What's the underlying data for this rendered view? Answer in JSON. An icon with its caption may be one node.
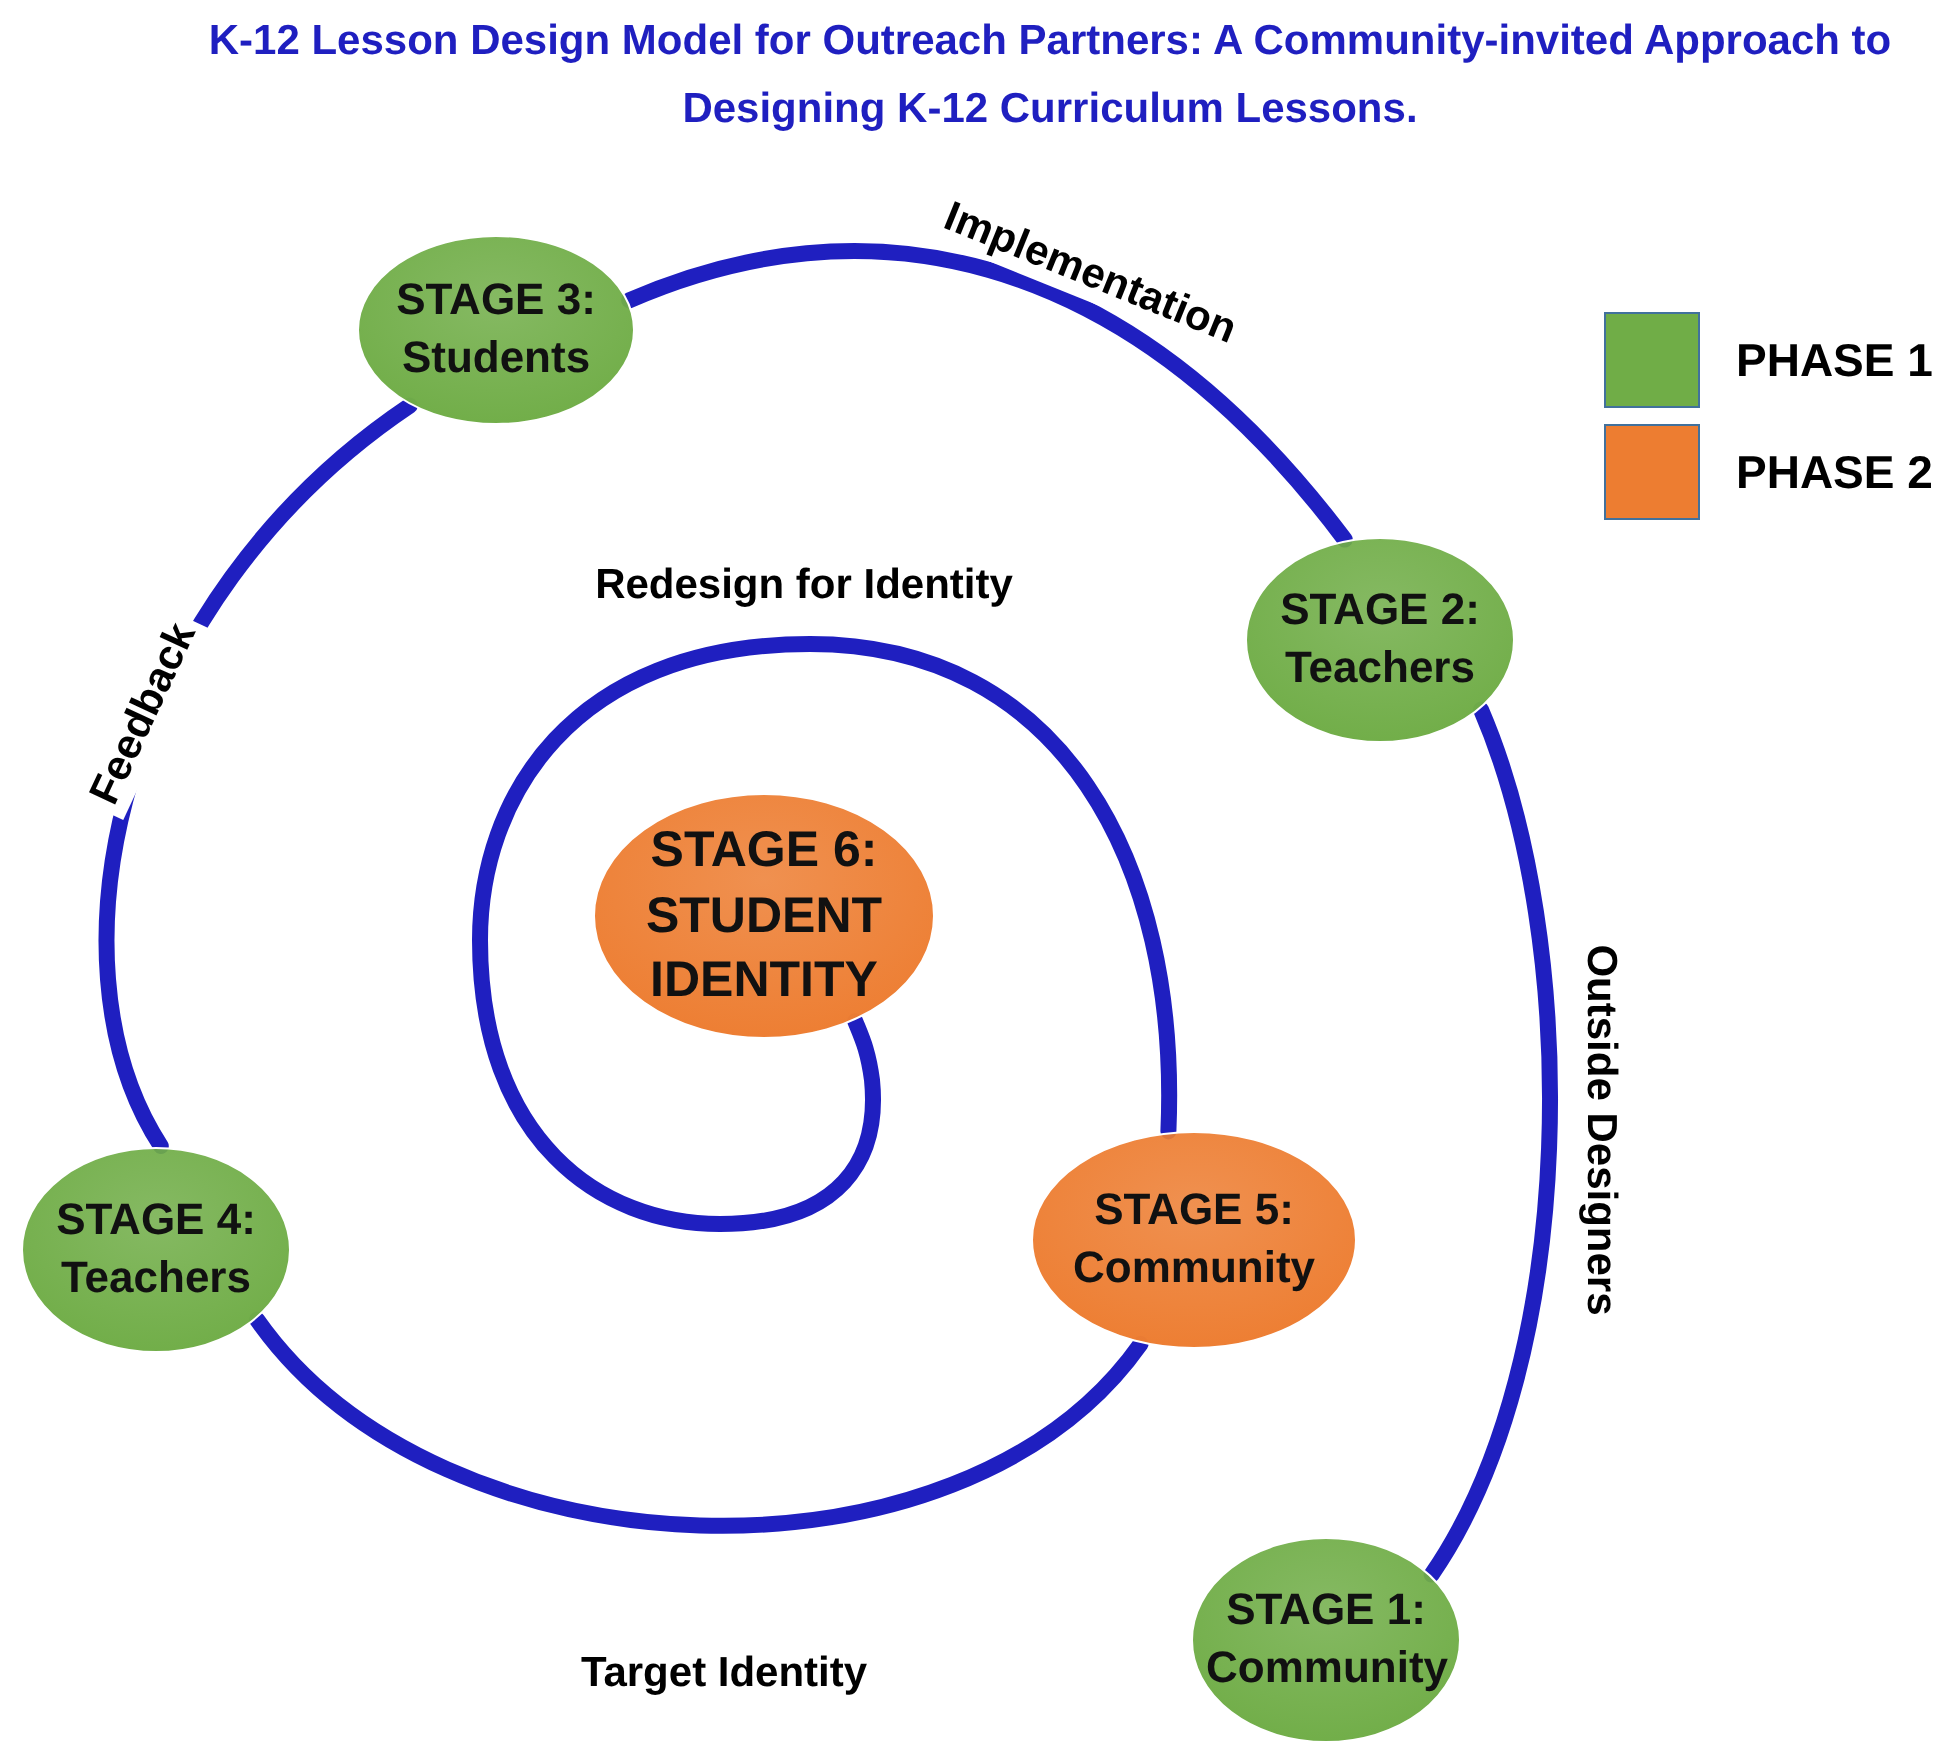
{
  "diagram": {
    "title": "K-12 Lesson Design Model for Outreach Partners: A Community-invited Approach to Designing K-12 Curriculum Lessons.",
    "nodes": [
      {
        "text": [
          "STAGE 1: Community"
        ]
      },
      {
        "text": [
          "STAGE 2: Teachers"
        ]
      },
      {
        "text": [
          "STAGE 3: Students"
        ]
      },
      {
        "text": [
          "STAGE 4: Teachers"
        ]
      },
      {
        "text": [
          "STAGE 5: Community"
        ]
      },
      {
        "text": [
          "STAGE 6: STUDENT IDENTITY"
        ]
      }
    ],
    "edges": [
      {
        "from": 0,
        "to": 1,
        "arrow": "none",
        "label": "Outside Designers"
      },
      {
        "from": 1,
        "to": 2,
        "arrow": "none",
        "label": "Implementation"
      },
      {
        "from": 2,
        "to": 3,
        "arrow": "none",
        "label": "Feedback"
      },
      {
        "from": 3,
        "to": 4,
        "arrow": "none",
        "label": "Target Identity"
      },
      {
        "from": 4,
        "to": 5,
        "arrow": "none",
        "label": "Redesign for Identity"
      }
    ],
    "legend": [
      {
        "text": "PHASE 1",
        "color": "#70ad47"
      },
      {
        "text": "PHASE 2",
        "color": "#ed7d31"
      }
    ]
  }
}
